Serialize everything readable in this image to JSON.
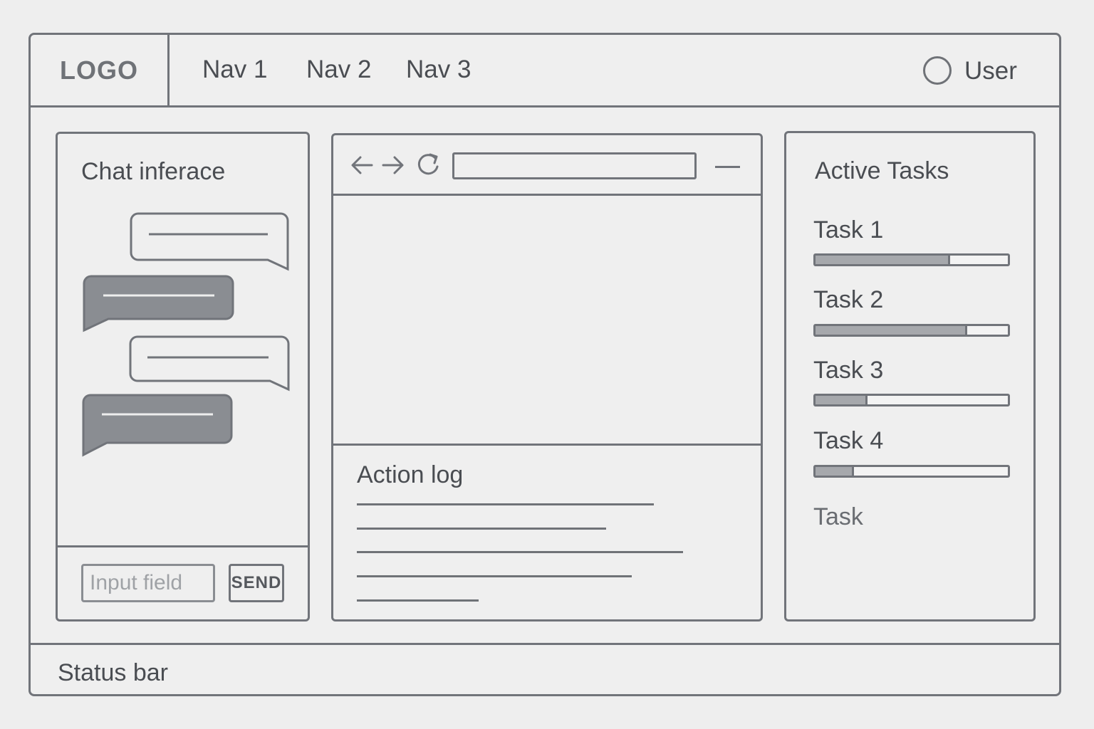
{
  "header": {
    "logo": "LOGO",
    "nav": [
      "Nav 1",
      "Nav 2",
      "Nav 3"
    ],
    "user_label": "User",
    "user_icon": "user-circle-icon"
  },
  "chat": {
    "title": "Chat inferace",
    "messages": [
      {
        "side": "right",
        "style": "outline"
      },
      {
        "side": "left",
        "style": "filled"
      },
      {
        "side": "right",
        "style": "outline"
      },
      {
        "side": "left",
        "style": "filled"
      }
    ],
    "input_placeholder": "Input field",
    "send_label": "SEND"
  },
  "browser": {
    "icons": [
      "back-arrow-icon",
      "forward-arrow-icon",
      "refresh-icon",
      "minimize-icon"
    ],
    "url": "",
    "log_title": "Action log"
  },
  "tasks": {
    "title": "Active Tasks",
    "items": [
      {
        "label": "Task 1",
        "progress": 0.7
      },
      {
        "label": "Task 2",
        "progress": 0.79
      },
      {
        "label": "Task 3",
        "progress": 0.27
      },
      {
        "label": "Task 4",
        "progress": 0.2
      }
    ],
    "extra_label": "Task"
  },
  "status": {
    "text": "Status bar"
  },
  "colors": {
    "background": "#eeeeee",
    "stroke": "#71747a",
    "text": "#4a4d52",
    "bubble_fill": "#8a8d92",
    "progress_fill": "#a6a8ac"
  }
}
